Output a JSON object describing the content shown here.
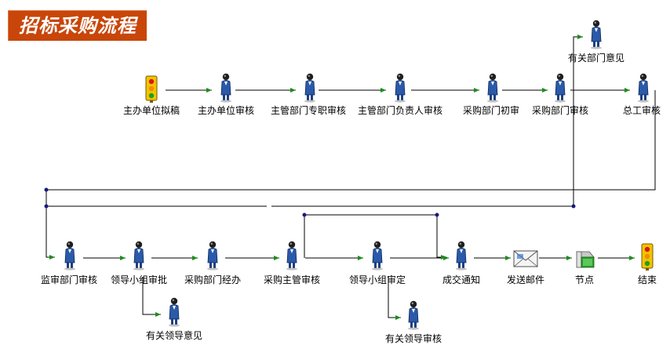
{
  "title": "招标采购流程",
  "colors": {
    "title_bg": "#c8460a",
    "arrow": "#1e8c1e",
    "line": "#000000",
    "node_dot": "#1a1a7a"
  },
  "nodes": [
    {
      "id": "n1",
      "label": "主办单位拟稿",
      "icon": "traffic-light-icon"
    },
    {
      "id": "n2",
      "label": "主办单位审核",
      "icon": "person-icon"
    },
    {
      "id": "n3",
      "label": "主管部门专职审核",
      "icon": "person-icon"
    },
    {
      "id": "n4",
      "label": "主管部门负责人审核",
      "icon": "person-icon"
    },
    {
      "id": "n5",
      "label": "采购部门初审",
      "icon": "person-icon"
    },
    {
      "id": "n6",
      "label": "采购部门审核",
      "icon": "person-icon"
    },
    {
      "id": "n7",
      "label": "有关部门意见",
      "icon": "person-icon"
    },
    {
      "id": "n8",
      "label": "总工审核",
      "icon": "person-icon"
    },
    {
      "id": "n9",
      "label": "监审部门审核",
      "icon": "person-icon"
    },
    {
      "id": "n10",
      "label": "领导小组审批",
      "icon": "person-icon"
    },
    {
      "id": "n11",
      "label": "有关领导意见",
      "icon": "person-icon"
    },
    {
      "id": "n12",
      "label": "采购部门经办",
      "icon": "person-icon"
    },
    {
      "id": "n13",
      "label": "采购主管审核",
      "icon": "person-icon"
    },
    {
      "id": "n14",
      "label": "领导小组审定",
      "icon": "person-icon"
    },
    {
      "id": "n15",
      "label": "有关领导审核",
      "icon": "person-icon"
    },
    {
      "id": "n16",
      "label": "成交通知",
      "icon": "person-icon"
    },
    {
      "id": "n17",
      "label": "发送邮件",
      "icon": "envelope-icon"
    },
    {
      "id": "n18",
      "label": "节点",
      "icon": "node-icon"
    },
    {
      "id": "n19",
      "label": "结束",
      "icon": "traffic-light-icon"
    }
  ]
}
